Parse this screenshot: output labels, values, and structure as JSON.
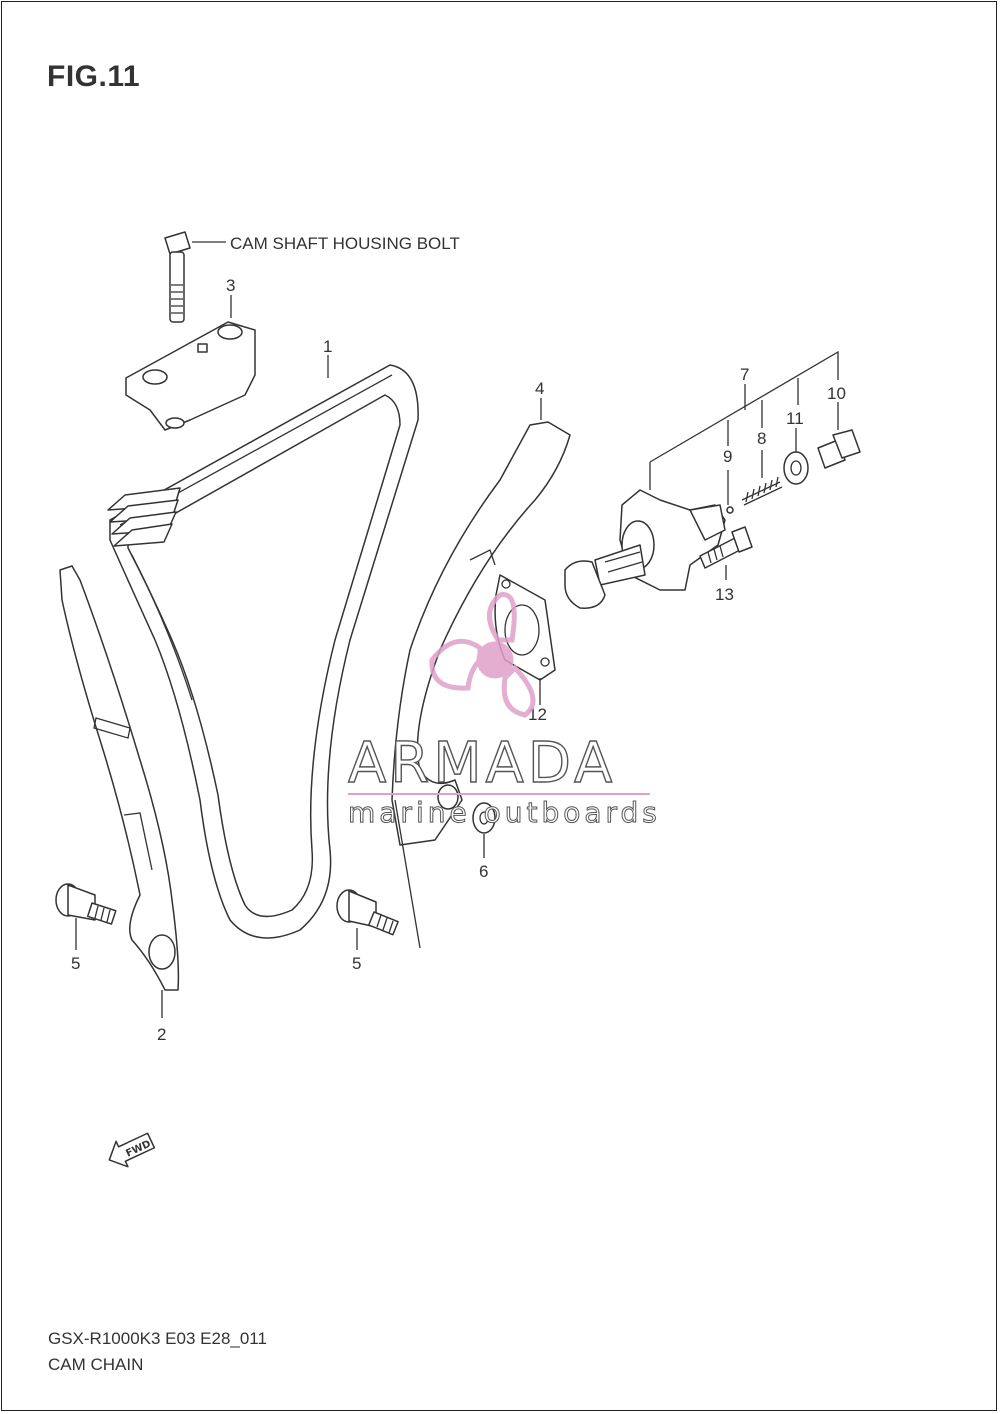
{
  "title": "FIG.11",
  "footer": {
    "code": "GSX-R1000K3 E03 E28_011",
    "name": "CAM CHAIN"
  },
  "callouts": {
    "bolt": "CAM SHAFT HOUSING BOLT",
    "p1": "1",
    "p2": "2",
    "p3": "3",
    "p4": "4",
    "p5a": "5",
    "p5b": "5",
    "p6": "6",
    "p7": "7",
    "p8": "8",
    "p9": "9",
    "p10": "10",
    "p11": "11",
    "p12": "12",
    "p13": "13"
  },
  "fwd_arrow": "FWD",
  "watermark": {
    "brand": "ARMADA",
    "tagline": "marine outboards",
    "logo": "propeller-logo",
    "colors": {
      "logo": "#e0a0c8",
      "text_outline": "#555555"
    }
  }
}
